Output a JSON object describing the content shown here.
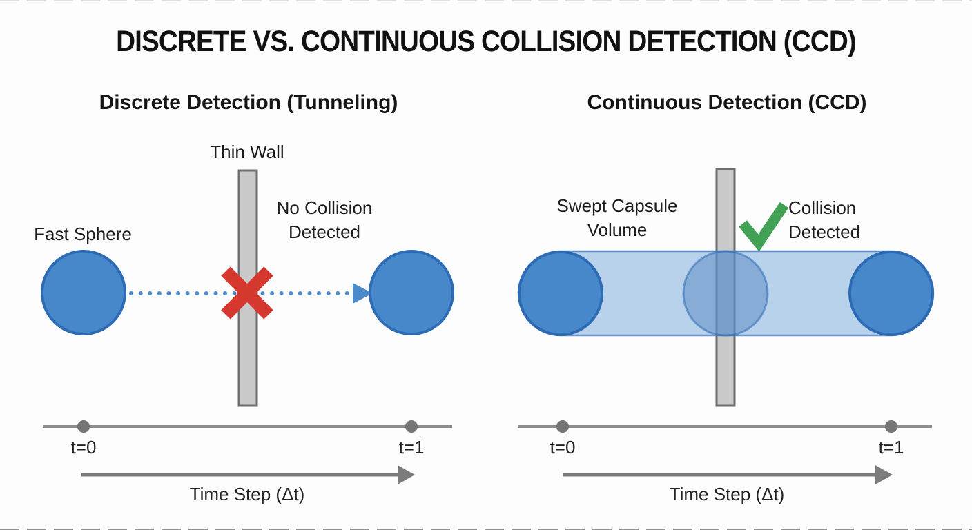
{
  "title": "DISCRETE VS. CONTINUOUS COLLISION DETECTION (CCD)",
  "panels": {
    "left": {
      "header": "Discrete Detection (Tunneling)",
      "wall_label": "Thin Wall",
      "sphere_label": "Fast Sphere",
      "result_label": "No Collision Detected",
      "result_icon": "red-x-mark",
      "timeline": {
        "start": "t=0",
        "end": "t=1",
        "axis_label": "Time Step (Δt)"
      }
    },
    "right": {
      "header": "Continuous Detection (CCD)",
      "volume_label": "Swept Capsule Volume",
      "result_label": "Collision Detected",
      "result_icon": "green-checkmark",
      "timeline": {
        "start": "t=0",
        "end": "t=1",
        "axis_label": "Time Step (Δt)"
      }
    }
  },
  "colors": {
    "sphere_fill": "#4788ca",
    "sphere_stroke": "#2d6cb5",
    "capsule_fill": "#bad3ed",
    "wall_fill": "#c9c9c9",
    "wall_stroke": "#6e6e6e",
    "fail_red": "#d4382e",
    "success_green": "#41a155",
    "timeline_gray": "#8d8d8d",
    "arrow_gray": "#7c7c7c",
    "dotted_path_blue": "#4a89ca"
  }
}
